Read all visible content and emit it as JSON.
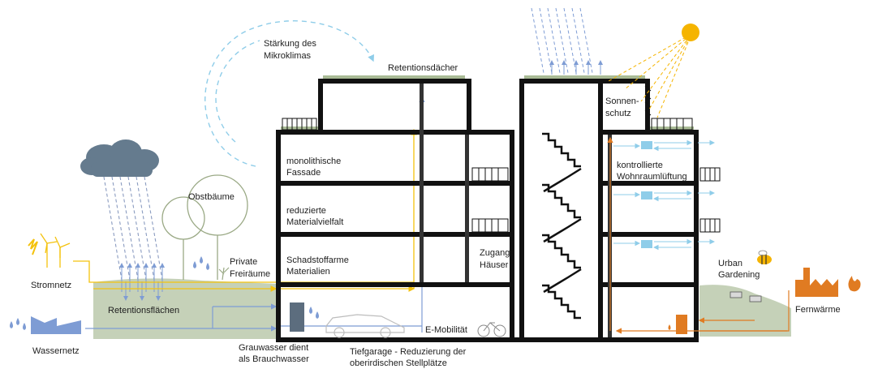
{
  "labels": {
    "mikroklima": [
      "Stärkung des",
      "Mikroklimas"
    ],
    "retentionsdaecher": "Retentionsdächer",
    "sonnenschutz": [
      "Sonnen-",
      "schutz"
    ],
    "obstbaeume": "Obstbäume",
    "fassade": [
      "monolithische",
      "Fassade"
    ],
    "materialvielfalt": [
      "reduzierte",
      "Materialvielfalt"
    ],
    "schadstoff": [
      "Schadstoffarme",
      "Materialien"
    ],
    "zugang": [
      "Zugang",
      "Häuser"
    ],
    "lueftung": [
      "kontrollierte",
      "Wohnraumlüftung"
    ],
    "freiraeume": [
      "Private",
      "Freiräume"
    ],
    "stromnetz": "Stromnetz",
    "retentionsflaechen": "Retentionsflächen",
    "gardening": [
      "Urban",
      "Gardening"
    ],
    "fernwaerme": "Fernwärme",
    "wassernetz": "Wassernetz",
    "grauwasser": [
      "Grauwasser dient",
      "als Brauchwasser"
    ],
    "emobilitaet": "E-Mobilität",
    "tiefgarage": [
      "Tiefgarage - Reduzierung der",
      "oberirdischen Stellplätze"
    ]
  },
  "colors": {
    "structure": "#111111",
    "ground": "#c5d1b8",
    "water": "#7e9cd4",
    "electricity": "#f4c20d",
    "heat": "#e07b22",
    "air": "#8fcde9",
    "sun": "#f5b400",
    "cloud": "#657b8e"
  }
}
